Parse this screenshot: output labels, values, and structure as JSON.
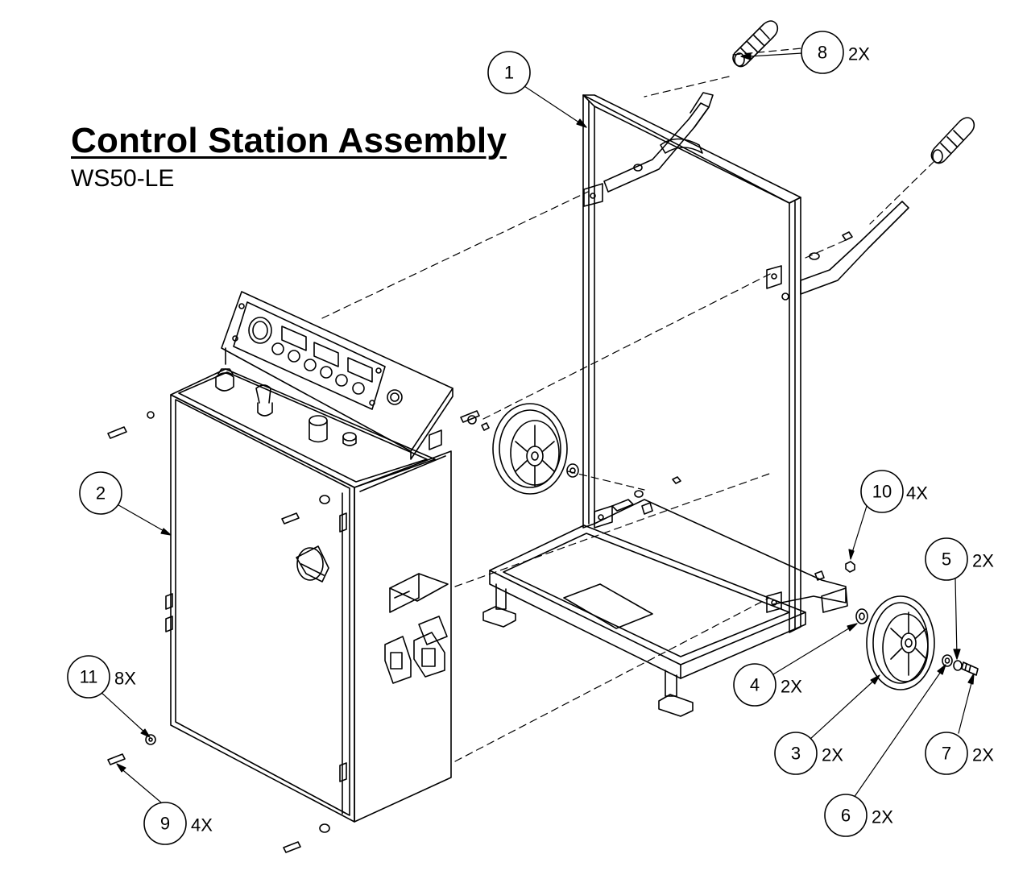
{
  "title": "Control Station Assembly",
  "subtitle": "WS50-LE",
  "callouts": [
    {
      "id": "c1",
      "number": "1",
      "qty": ""
    },
    {
      "id": "c2",
      "number": "2",
      "qty": ""
    },
    {
      "id": "c3",
      "number": "3",
      "qty": "2X"
    },
    {
      "id": "c4",
      "number": "4",
      "qty": "2X"
    },
    {
      "id": "c5",
      "number": "5",
      "qty": "2X"
    },
    {
      "id": "c6",
      "number": "6",
      "qty": "2X"
    },
    {
      "id": "c7",
      "number": "7",
      "qty": "2X"
    },
    {
      "id": "c8",
      "number": "8",
      "qty": "2X"
    },
    {
      "id": "c9",
      "number": "9",
      "qty": "4X"
    },
    {
      "id": "c10",
      "number": "10",
      "qty": "4X"
    },
    {
      "id": "c11",
      "number": "11",
      "qty": "8X"
    }
  ]
}
